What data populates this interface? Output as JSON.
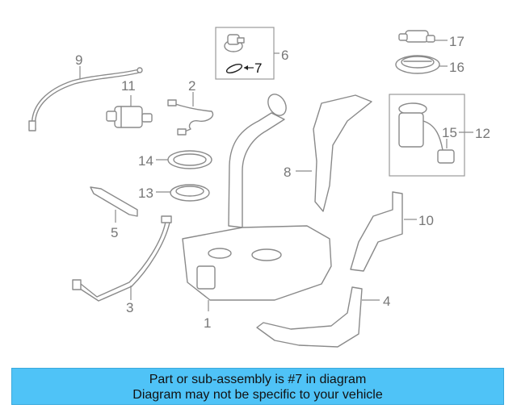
{
  "diagram": {
    "callouts": {
      "c1": "1",
      "c2": "2",
      "c3": "3",
      "c4": "4",
      "c5": "5",
      "c6": "6",
      "c7": "7",
      "c8": "8",
      "c9": "9",
      "c10": "10",
      "c11": "11",
      "c12": "12",
      "c13": "13",
      "c14": "14",
      "c15": "15",
      "c16": "16",
      "c17": "17"
    },
    "highlight_part": "7",
    "colors": {
      "lines": "#8a8a8a",
      "labels": "#777777",
      "highlight": "#111111"
    }
  },
  "banner": {
    "line1": "Part or sub-assembly is #7 in diagram",
    "line2": "Diagram may not be specific to your vehicle",
    "background": "#4fc3f7"
  }
}
